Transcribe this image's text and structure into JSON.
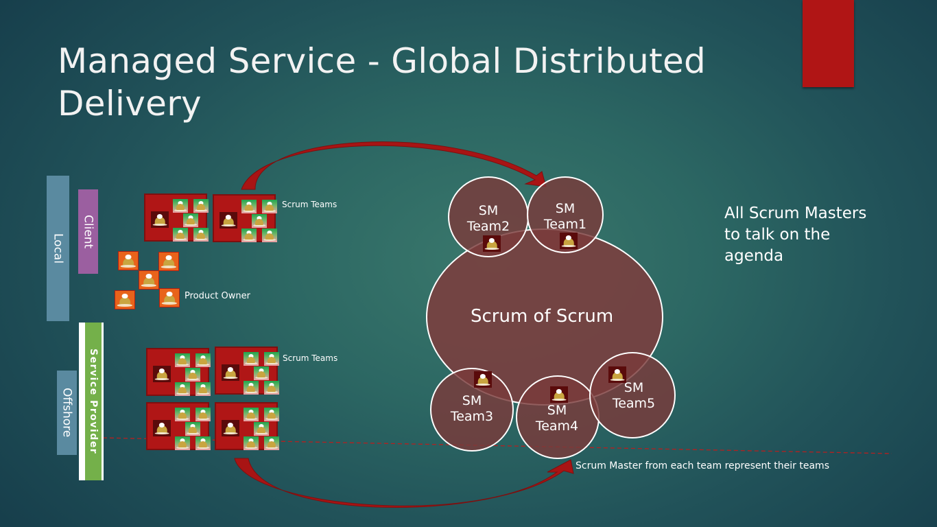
{
  "slide": {
    "title": "Managed Service - Global Distributed Delivery",
    "accent_color": "#b01515"
  },
  "bars": {
    "local": "Local",
    "client": "Client",
    "offshore": "Offshore",
    "service_provider": "Service Provider"
  },
  "client_side": {
    "scrum_teams_label": "Scrum Teams",
    "team_count": 2,
    "product_owner_label": "Product Owner",
    "product_owner_icon_count": 5
  },
  "provider_side": {
    "scrum_teams_label": "Scrum Teams",
    "team_count": 4
  },
  "team_icons": {
    "lead_icon": "scrum-master-person-icon",
    "member_icon": "team-member-person-icon",
    "members_per_team": 5
  },
  "scrum_of_scrum": {
    "center_label": "Scrum of Scrum",
    "circles": [
      {
        "line1": "SM",
        "line2": "Team2"
      },
      {
        "line1": "SM",
        "line2": "Team1"
      },
      {
        "line1": "SM",
        "line2": "Team3"
      },
      {
        "line1": "SM",
        "line2": "Team4"
      },
      {
        "line1": "SM",
        "line2": "Team5"
      }
    ]
  },
  "notes": {
    "agenda": "All Scrum Masters to talk on the agenda",
    "representation": "Scrum Master from each team represent their teams"
  },
  "colors": {
    "circle_fill": "#7a3a3a",
    "arrow": "#a81414",
    "divider": "#b52020"
  }
}
